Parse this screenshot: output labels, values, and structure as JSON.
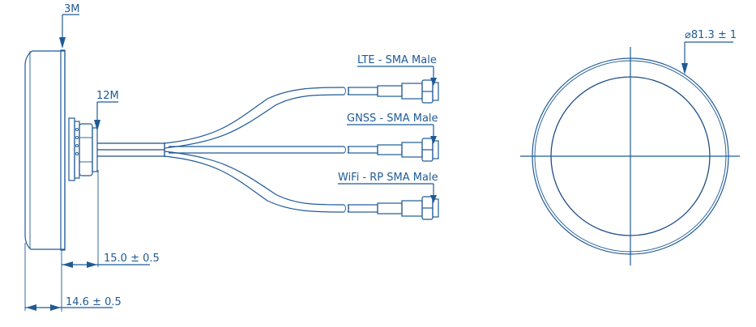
{
  "diagram": {
    "title": "Multi-band antenna mechanical drawing",
    "colors": {
      "line": "#1f5a96",
      "background": "#ffffff"
    },
    "side_view": {
      "labels": {
        "mount_thread": "3M",
        "nut_thread": "12M",
        "depth_dim": "15.0 ± 0.5",
        "body_dim": "14.6 ± 0.5"
      }
    },
    "connectors": [
      {
        "id": "lte",
        "label": "LTE - SMA Male"
      },
      {
        "id": "gnss",
        "label": "GNSS - SMA Male"
      },
      {
        "id": "wifi",
        "label": "WiFi - RP SMA Male"
      }
    ],
    "top_view": {
      "diameter_label": "⌀81.3 ± 1"
    }
  }
}
